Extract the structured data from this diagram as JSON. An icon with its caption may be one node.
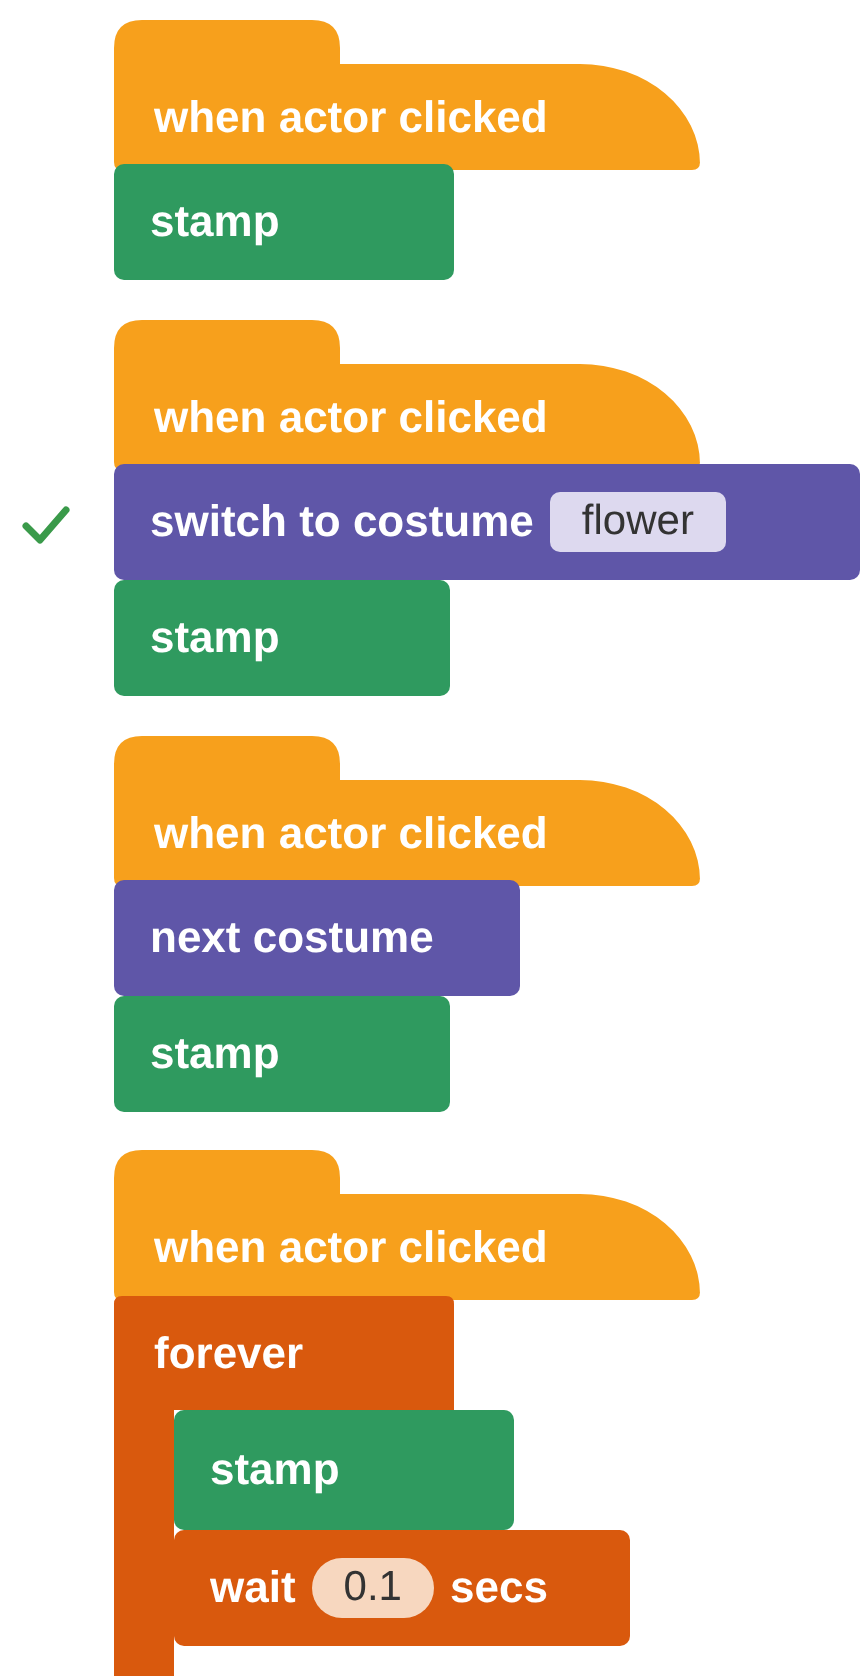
{
  "diagram": {
    "nodes": [
      {
        "text": [
          "when actor clicked"
        ]
      },
      {
        "text": [
          "stamp"
        ]
      },
      {
        "text": [
          "when actor clicked"
        ]
      },
      {
        "text": [
          "switch to costume",
          "flower"
        ]
      },
      {
        "text": [
          "stamp"
        ]
      },
      {
        "text": [
          "when actor clicked"
        ]
      },
      {
        "text": [
          "next costume"
        ]
      },
      {
        "text": [
          "stamp"
        ]
      },
      {
        "text": [
          "when actor clicked"
        ]
      },
      {
        "text": [
          "forever"
        ]
      },
      {
        "text": [
          "stamp"
        ]
      },
      {
        "text": [
          "wait",
          "0.1",
          "secs"
        ]
      }
    ]
  }
}
